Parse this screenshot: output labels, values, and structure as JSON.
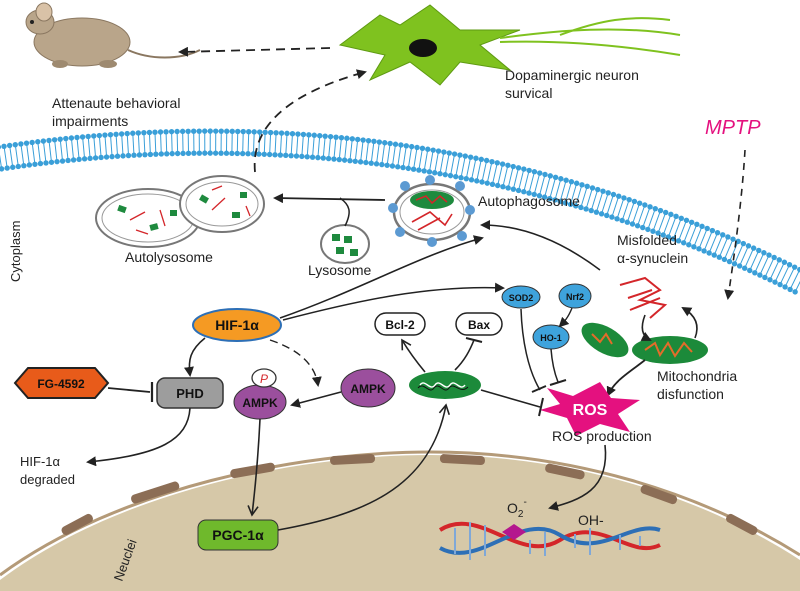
{
  "labels": {
    "behavior_line1": "Attenaute behavioral",
    "behavior_line2": "impairments",
    "neuron_line1": "Dopaminergic neuron",
    "neuron_line2": "survical",
    "mptp": "MPTP",
    "cytoplasm": "Cytoplasm",
    "autolysosome": "Autolysosome",
    "lysosome": "Lysosome",
    "autophagosome": "Autophagosome",
    "misfolded_line1": "Misfolded",
    "misfolded_line2": "α-synuclein",
    "mito_line1": "Mitochondria",
    "mito_line2": "disfunction",
    "ros_production": "ROS production",
    "hif_degraded_line1": "HIF-1α",
    "hif_degraded_line2": "degraded",
    "nuclei": "Neuclei",
    "oh": "OH-",
    "o2": "O",
    "o2_sub": "2",
    "o2_sup": "-"
  },
  "nodes": {
    "hif1a": "HIF-1α",
    "phd": "PHD",
    "fg4592": "FG-4592",
    "ampk_p": "AMPK",
    "p": "P",
    "ampk": "AMPK",
    "pgc1a": "PGC-1α",
    "bcl2": "Bcl-2",
    "bax": "Bax",
    "sod2": "SOD2",
    "nrf2": "Nrf2",
    "ho1": "HO-1",
    "ros": "ROS"
  },
  "colors": {
    "membrane": "#3a9fd8",
    "neuron": "#7fc21f",
    "hif": "#f59a23",
    "ampk": "#9b4f9d",
    "pgc": "#6fb92c",
    "fg": "#e85b1a",
    "phd": "#9d9d9d",
    "ros": "#e4117f",
    "mptp": "#e4117f",
    "mito": "#1c8a3a",
    "nucleus": "#d6c8a8"
  }
}
